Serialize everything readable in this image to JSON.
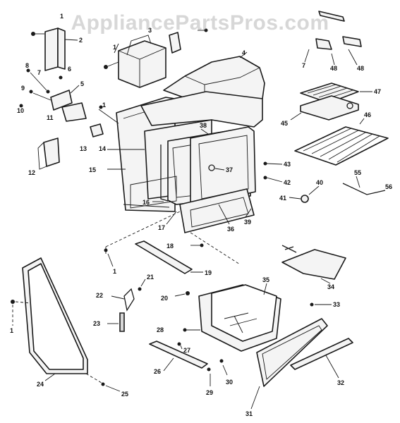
{
  "watermark": "AppliancePartsPros.com",
  "callouts": {
    "c1": "1",
    "c2": "2",
    "c3": "3",
    "c4": "4",
    "c5": "5",
    "c6": "6",
    "c7": "7",
    "c8": "8",
    "c9": "9",
    "c10": "10",
    "c11": "11",
    "c12": "12",
    "c13": "13",
    "c14": "14",
    "c15": "15",
    "c16": "16",
    "c17": "17",
    "c18": "18",
    "c19": "19",
    "c20": "20",
    "c21": "21",
    "c22": "22",
    "c23": "23",
    "c24": "24",
    "c25": "25",
    "c26": "26",
    "c27": "27",
    "c28": "28",
    "c29": "29",
    "c30": "30",
    "c31": "31",
    "c32": "32",
    "c33": "33",
    "c34": "34",
    "c35": "35",
    "c36": "36",
    "c37": "37",
    "c38": "38",
    "c39": "39",
    "c40": "40",
    "c41": "41",
    "c42": "42",
    "c43": "43",
    "c45": "45",
    "c46": "46",
    "c47": "47",
    "c48": "48",
    "c55": "55",
    "c56": "56"
  }
}
